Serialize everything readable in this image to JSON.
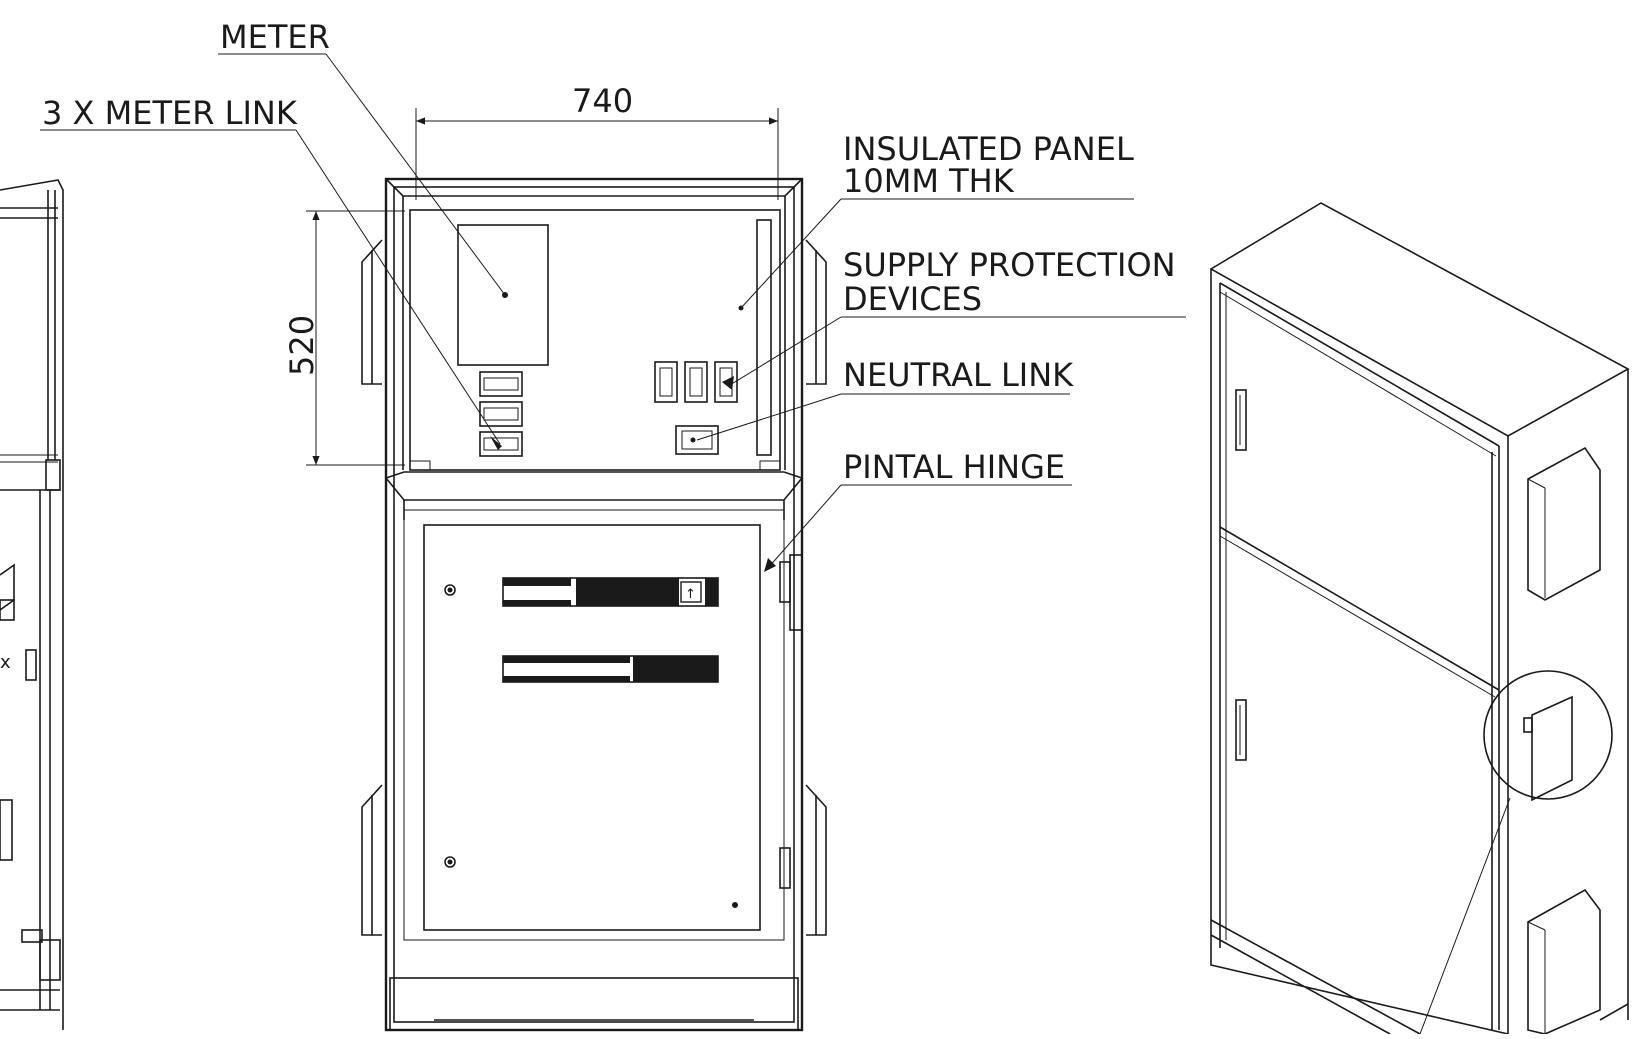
{
  "labels": {
    "meter": "METER",
    "meter_link": "3 X METER LINK",
    "insulated_panel_line1": "INSULATED PANEL",
    "insulated_panel_line2": "10MM THK",
    "supply_protection_line1": "SUPPLY PROTECTION",
    "supply_protection_line2": "DEVICES",
    "neutral_link": "NEUTRAL LINK",
    "pintal_hinge": "PINTAL HINGE"
  },
  "dimensions": {
    "width": "740",
    "height": "520"
  }
}
